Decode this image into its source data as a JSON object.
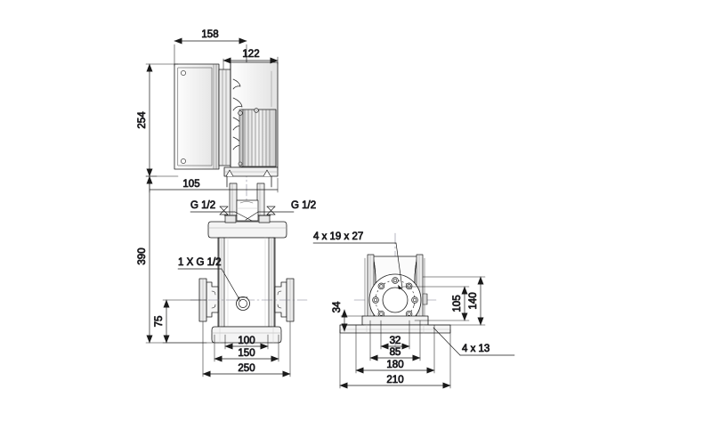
{
  "drawing": {
    "title": "Vertical multistage pump dimensional drawing",
    "background_color": "#ffffff",
    "line_color": "#1a1a1a",
    "dimension_text_color": "#1a1a3c",
    "views": {
      "front": "front-elevation",
      "side": "side-elevation"
    }
  },
  "dimensions": {
    "motor_width_158": "158",
    "motor_body_122": "122",
    "motor_height_254": "254",
    "width_105": "105",
    "pump_height_390": "390",
    "port_height_75": "75",
    "base_100": "100",
    "base_150": "150",
    "base_250": "250",
    "side_34": "34",
    "side_105": "105",
    "side_140": "140",
    "side_32": "32",
    "side_85": "85",
    "side_180": "180",
    "side_210": "210"
  },
  "labels": {
    "gauge_port_left": "G 1/2",
    "gauge_port_right": "G 1/2",
    "drain_port": "1 X G 1/2",
    "flange_holes": "4 x 19   x  27",
    "base_holes": "4   x  13"
  }
}
